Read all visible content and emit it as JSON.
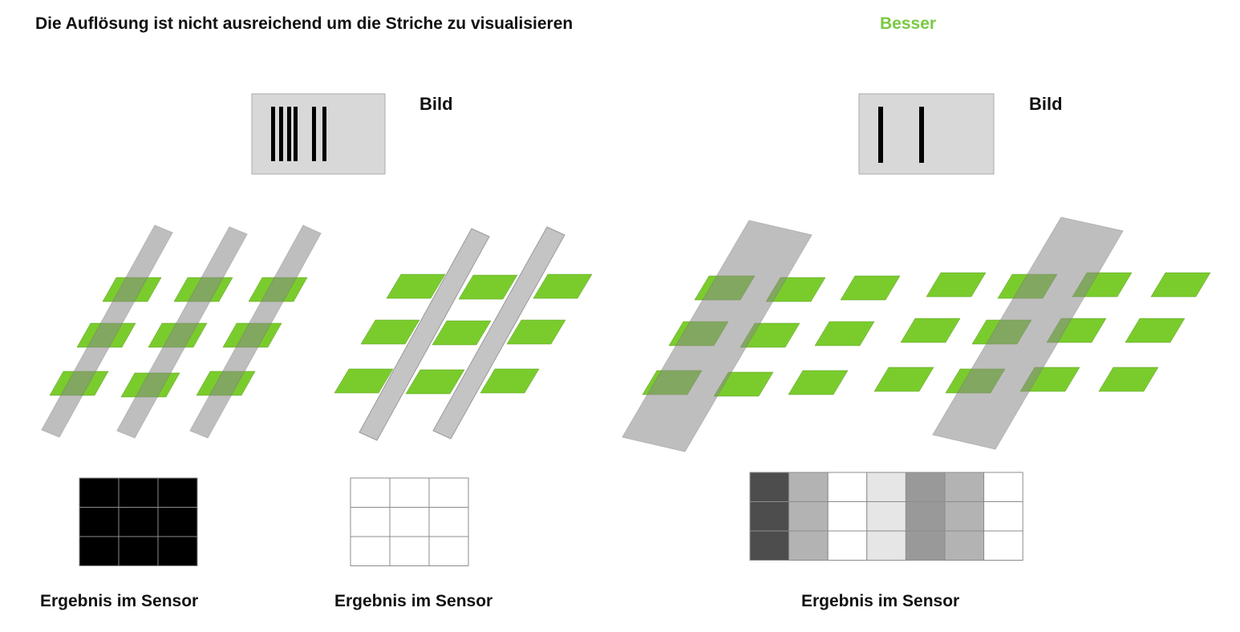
{
  "title": "Die Auflösung ist nicht ausreichend um die Striche zu visualisieren",
  "better_label": "Besser",
  "image_label": "Bild",
  "result_label": "Ergebnis im Sensor",
  "colors": {
    "pixel_green": "#7acc2d",
    "pixel_overlap": "#5e9a2e",
    "stripe_gray": "#c4c4c4",
    "image_bg": "#d8d8d8",
    "line_black": "#000000",
    "accent_green": "#7ac943"
  },
  "sensor_results": {
    "left": {
      "cells": [
        "#000000",
        "#000000",
        "#000000",
        "#000000",
        "#000000",
        "#000000",
        "#000000",
        "#000000",
        "#000000"
      ]
    },
    "middle": {
      "cells": [
        "#ffffff",
        "#ffffff",
        "#ffffff",
        "#ffffff",
        "#ffffff",
        "#ffffff",
        "#ffffff",
        "#ffffff",
        "#ffffff"
      ]
    },
    "right": {
      "columns": [
        "#4d4d4d",
        "#b3b3b3",
        "#ffffff",
        "#e6e6e6",
        "#999999",
        "#b3b3b3",
        "#ffffff"
      ]
    }
  }
}
